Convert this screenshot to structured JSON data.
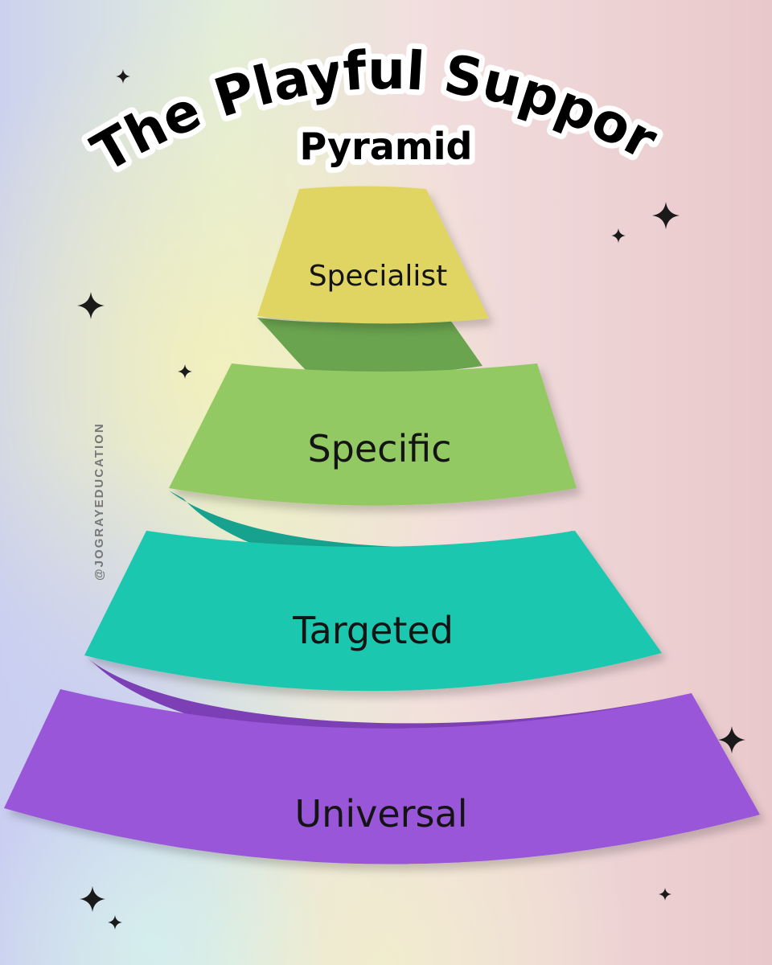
{
  "title": {
    "line1": "The Playful Support",
    "line2": "Pyramid"
  },
  "tiers": [
    {
      "label": "Specialist",
      "color": "#e0d562"
    },
    {
      "label": "Specific",
      "color": "#92c962"
    },
    {
      "label": "Targeted",
      "color": "#1fc7af"
    },
    {
      "label": "Universal",
      "color": "#9a56d8"
    }
  ],
  "handle": "@JOGRAYEDUCATION",
  "decorations": {
    "sparkle_icon": "four-point-star-icon",
    "sparkle_color": "#1a1a1a"
  }
}
